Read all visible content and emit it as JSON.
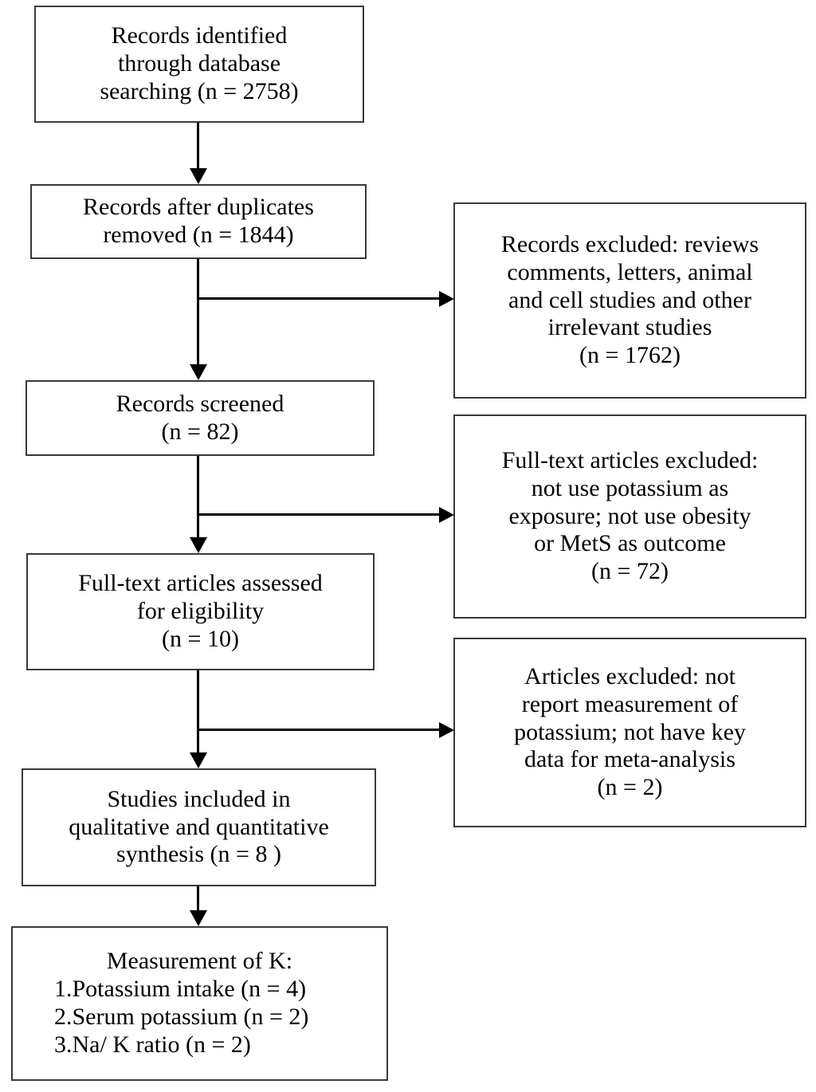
{
  "diagram": {
    "title": "PRISMA study selection flow diagram",
    "type": "prisma-flowchart",
    "stroke_color": "#3a3a3a",
    "line_color": "#000000",
    "background": "#ffffff",
    "flow_boxes": [
      {
        "id": "identified",
        "lines": [
          "Records identified",
          "through database",
          "searching (n = 2758)"
        ],
        "n": 2758
      },
      {
        "id": "after-duplicates",
        "lines": [
          "Records after duplicates",
          "removed (n = 1844)"
        ],
        "n": 1844
      },
      {
        "id": "screened",
        "lines": [
          "Records screened",
          "(n = 82)"
        ],
        "n": 82
      },
      {
        "id": "fulltext-assessed",
        "lines": [
          "Full-text articles assessed",
          "for eligibility",
          "(n = 10)"
        ],
        "n": 10
      },
      {
        "id": "included-synthesis",
        "lines": [
          "Studies included in",
          "qualitative and quantitative",
          "synthesis (n = 8 )"
        ],
        "n": 8
      },
      {
        "id": "measurement-of-k",
        "lines": [
          "Measurement of K:",
          "1.Potassium intake (n = 4)",
          "2.Serum potassium (n = 2)",
          "3.Na/ K ratio (n = 2)"
        ],
        "items": [
          {
            "label": "Potassium intake",
            "n": 4
          },
          {
            "label": "Serum potassium",
            "n": 2
          },
          {
            "label": "Na/ K ratio",
            "n": 2
          }
        ]
      }
    ],
    "exclusion_boxes": [
      {
        "id": "records-excluded",
        "lines": [
          "Records excluded: reviews",
          "comments, letters, animal",
          "and cell studies and other",
          "irrelevant studies",
          "(n = 1762)"
        ],
        "n": 1762
      },
      {
        "id": "fulltext-excluded",
        "lines": [
          "Full-text articles excluded:",
          "not use potassium as",
          "exposure; not use obesity",
          "or MetS as outcome",
          "(n = 72)"
        ],
        "n": 72
      },
      {
        "id": "articles-excluded",
        "lines": [
          "Articles excluded: not",
          "report measurement of",
          "potassium; not have key",
          "data for meta-analysis",
          "(n = 2)"
        ],
        "n": 2
      }
    ]
  }
}
